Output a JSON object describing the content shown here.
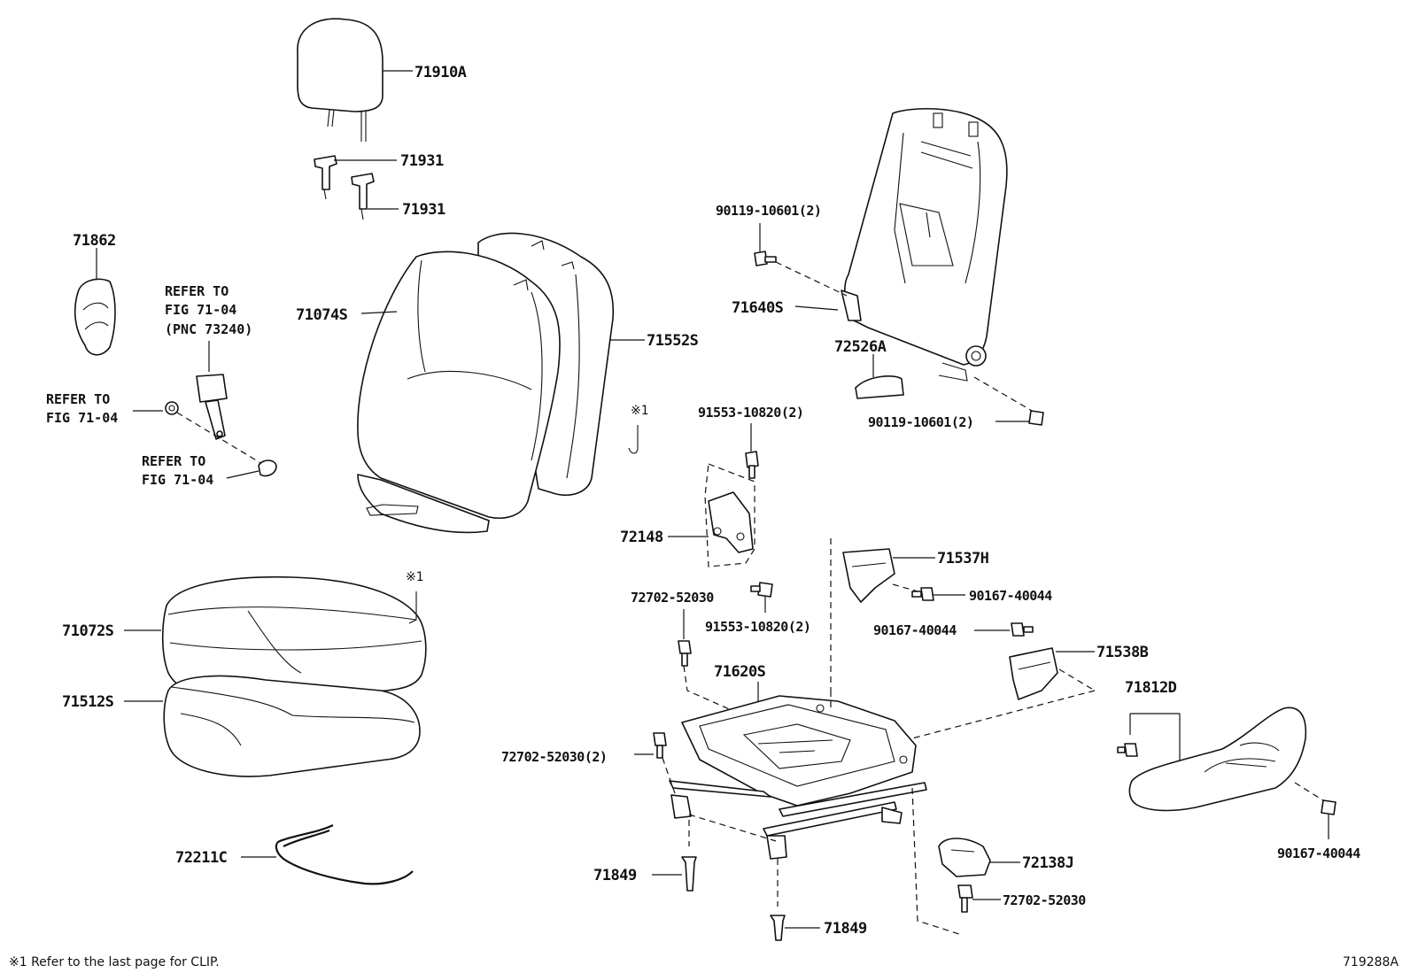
{
  "parts": {
    "p71910A": "71910A",
    "p71931a": "71931",
    "p71931b": "71931",
    "p71862": "71862",
    "p71074S": "71074S",
    "p71552S": "71552S",
    "p90119_a": "90119-10601(2)",
    "p71640S": "71640S",
    "p72526A": "72526A",
    "p90119_b": "90119-10601(2)",
    "p91553_a": "91553-10820(2)",
    "p72148": "72148",
    "p91553_b": "91553-10820(2)",
    "p72702_a": "72702-52030",
    "p71537H": "71537H",
    "p90167_a": "90167-40044",
    "p90167_b": "90167-40044",
    "p71538B": "71538B",
    "p71072S": "71072S",
    "p71512S": "71512S",
    "p71620S": "71620S",
    "p72702_b": "72702-52030(2)",
    "p71812D": "71812D",
    "p90167_c": "90167-40044",
    "p72211C": "72211C",
    "p71849a": "71849",
    "p71849b": "71849",
    "p72138J": "72138J",
    "p72702_c": "72702-52030"
  },
  "refs": {
    "belt_line1": "REFER TO",
    "belt_line2": "FIG 71-04",
    "belt_line3": "(PNC 73240)",
    "bolt_line1": "REFER TO",
    "bolt_line2": "FIG 71-04",
    "anchor_line1": "REFER TO",
    "anchor_line2": "FIG 71-04"
  },
  "marks": {
    "clip_mark_a": "※1",
    "clip_mark_b": "※1"
  },
  "footnote": "※1 Refer to the last page for CLIP.",
  "figure_id": "719288A"
}
